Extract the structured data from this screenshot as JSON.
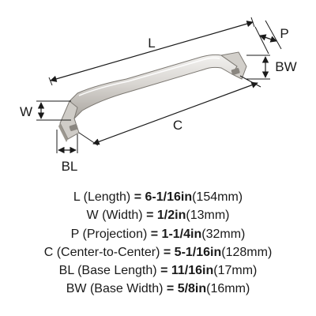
{
  "diagram": {
    "dimension_labels": {
      "length": "L",
      "width": "W",
      "projection": "P",
      "center_to_center": "C",
      "base_length": "BL",
      "base_width": "BW"
    },
    "colors": {
      "finish_light": "#e6e4e1",
      "finish_mid": "#bdb9b4",
      "finish_dark": "#8a8680",
      "line": "#1a1a1a"
    }
  },
  "specs": [
    {
      "abbr": "L",
      "name": "(Length)",
      "eq": "=",
      "fraction": "6-1/16in",
      "metric": "(154mm)"
    },
    {
      "abbr": "W",
      "name": "(Width)",
      "eq": "=",
      "fraction": "1/2in",
      "metric": "(13mm)"
    },
    {
      "abbr": "P",
      "name": "(Projection)",
      "eq": "=",
      "fraction": "1-1/4in",
      "metric": "(32mm)"
    },
    {
      "abbr": "C",
      "name": "(Center-to-Center)",
      "eq": "=",
      "fraction": "5-1/16in",
      "metric": "(128mm)"
    },
    {
      "abbr": "BL",
      "name": "(Base Length)",
      "eq": "=",
      "fraction": "11/16in",
      "metric": "(17mm)"
    },
    {
      "abbr": "BW",
      "name": "(Base Width)",
      "eq": "=",
      "fraction": "5/8in",
      "metric": "(16mm)"
    }
  ]
}
